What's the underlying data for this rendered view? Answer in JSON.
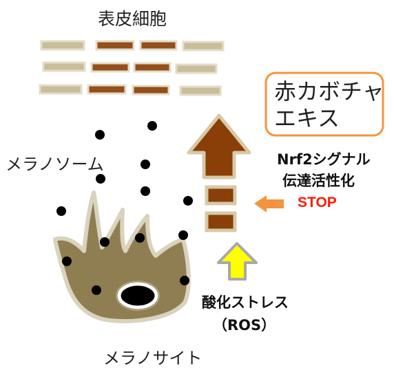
{
  "labels": {
    "epidermal_cells": "表皮細胞",
    "melanosome": "メラノソーム",
    "melanocyte": "メラノサイト",
    "extract": "赤カボチャ\nエキス",
    "nrf2_line1": "Nrf2シグナル",
    "nrf2_line2": "伝達活性化",
    "stop": "STOP",
    "oxidative_line1": "酸化ストレス",
    "oxidative_line2": "（ROS）"
  },
  "colors": {
    "cell_light": "#c9bd9a",
    "cell_dark": "#93501a",
    "cell_border": "#e4ddc9",
    "melanocyte_fill": "#8e7e52",
    "melanocyte_border": "#d9d2bd",
    "dot": "#000000",
    "arrow_brown": "#8a3f08",
    "arrow_border": "#d6c9a6",
    "orange": "#f4943f",
    "yellow": "#ffff00",
    "yellow_border": "#a8a8a8",
    "stop_red": "#ff1a00"
  }
}
